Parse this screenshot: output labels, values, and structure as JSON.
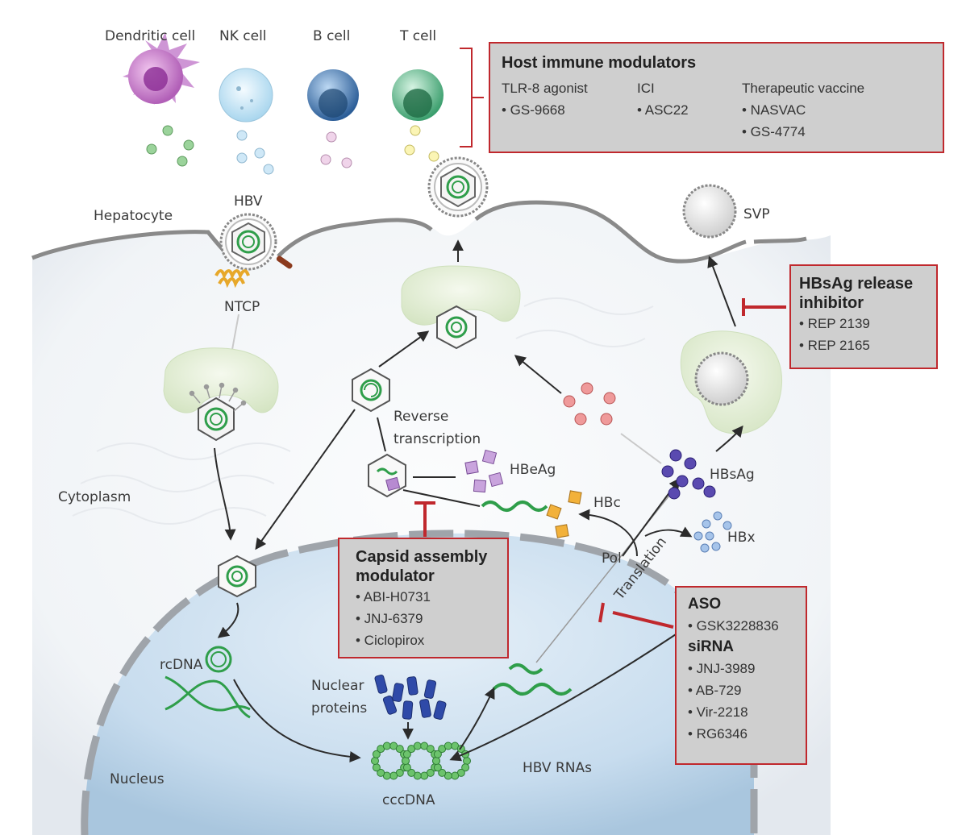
{
  "immune_cells": {
    "dendritic": "Dendritic cell",
    "nk": "NK cell",
    "b": "B cell",
    "t": "T cell"
  },
  "labels": {
    "hepatocyte": "Hepatocyte",
    "hbv": "HBV",
    "ntcp": "NTCP",
    "svp": "SVP",
    "cytoplasm": "Cytoplasm",
    "nucleus": "Nucleus",
    "reverse_transcription_1": "Reverse",
    "reverse_transcription_2": "transcription",
    "hbeag": "HBeAg",
    "hbc": "HBc",
    "hbsag": "HBsAg",
    "hbx": "HBx",
    "pol": "Pol",
    "translation": "Translation",
    "rcdna": "rcDNA",
    "nuclear_proteins_1": "Nuclear",
    "nuclear_proteins_2": "proteins",
    "cccdna": "cccDNA",
    "hbv_rnas": "HBV RNAs"
  },
  "boxes": {
    "host_immune": {
      "title": "Host immune modulators",
      "col1_head": "TLR-8 agonist",
      "col1_items": [
        "• GS-9668"
      ],
      "col2_head": "ICI",
      "col2_items": [
        "• ASC22"
      ],
      "col3_head": "Therapeutic vaccine",
      "col3_items": [
        "• NASVAC",
        "• GS-4774"
      ]
    },
    "hbsag_release": {
      "title_1": "HBsAg release",
      "title_2": "inhibitor",
      "items": [
        "• REP 2139",
        "• REP 2165"
      ]
    },
    "capsid": {
      "title_1": "Capsid assembly",
      "title_2": "modulator",
      "items": [
        "• ABI-H0731",
        "• JNJ-6379",
        "• Ciclopirox"
      ]
    },
    "aso_sirna": {
      "aso_title": "ASO",
      "aso_items": [
        "• GSK3228836"
      ],
      "sirna_title": "siRNA",
      "sirna_items": [
        "• JNJ-3989",
        "• AB-729",
        "• Vir-2218",
        "• RG6346"
      ]
    }
  },
  "colors": {
    "inhibitor_red": "#c0282d",
    "box_gray": "#cfcfcf",
    "capsid_green": "#2f9e4a",
    "hbsag_purple": "#4b3a9c",
    "hbeag_pink": "#e57373",
    "nucleus_blue": "#c9dff0"
  }
}
